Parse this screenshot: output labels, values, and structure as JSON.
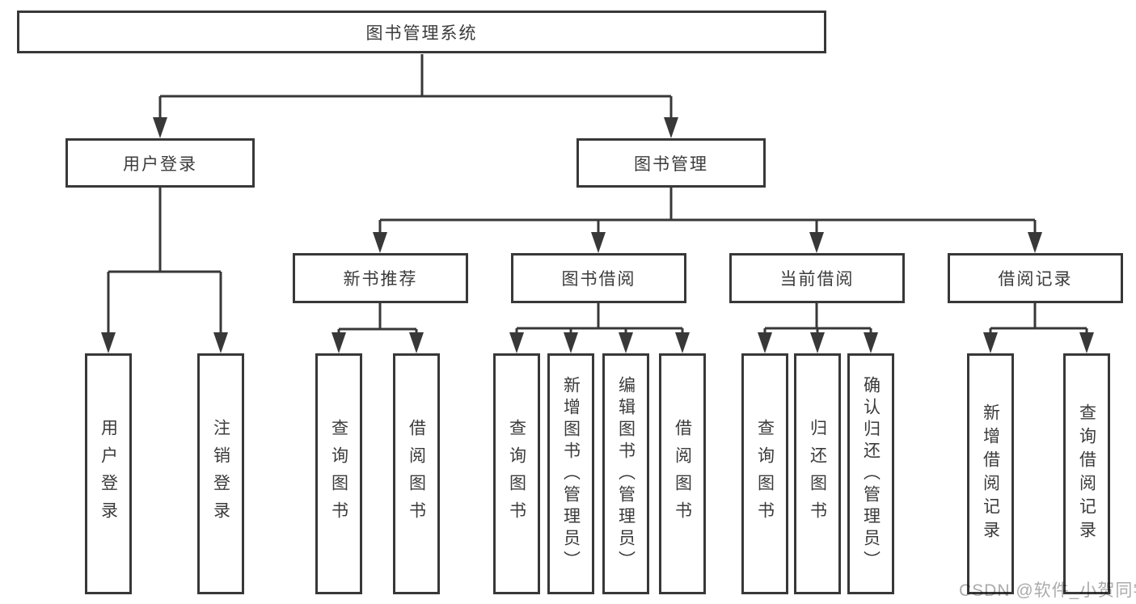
{
  "watermark": "CSDN @软件_小贺同学",
  "colors": {
    "line": "#383838",
    "text": "#3b3b3b",
    "watermark": "#ababab"
  },
  "tree": {
    "root": "图书管理系统",
    "branches": [
      {
        "label": "用户登录",
        "children": [
          "用户登录",
          "注销登录"
        ]
      },
      {
        "label": "图书管理",
        "children": [
          {
            "label": "新书推荐",
            "children": [
              "查询图书",
              "借阅图书"
            ]
          },
          {
            "label": "图书借阅",
            "children": [
              "查询图书",
              "新增图书（管理员）",
              "编辑图书（管理员）",
              "借阅图书"
            ]
          },
          {
            "label": "当前借阅",
            "children": [
              "查询图书",
              "归还图书",
              "确认归还（管理员）"
            ]
          },
          {
            "label": "借阅记录",
            "children": [
              "新增借阅记录",
              "查询借阅记录"
            ]
          }
        ]
      }
    ]
  }
}
